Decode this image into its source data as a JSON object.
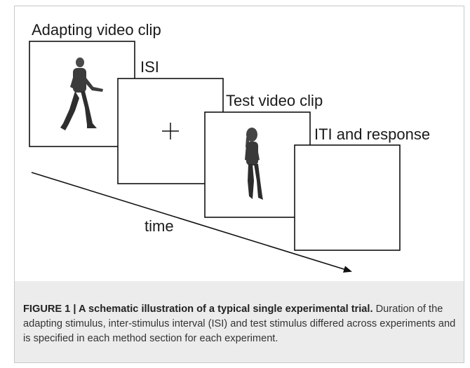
{
  "diagram": {
    "labels": {
      "adapting": "Adapting video clip",
      "isi": "ISI",
      "test": "Test video clip",
      "iti": "ITI and response",
      "time": "time"
    },
    "fixation_symbol": "+"
  },
  "caption": {
    "label": "FIGURE 1 | A schematic illustration of a typical single experimental trial.",
    "text": " Duration of the adapting stimulus, inter-stimulus interval (ISI) and test stimulus differed across experiments and is specified in each method section for each experiment."
  }
}
